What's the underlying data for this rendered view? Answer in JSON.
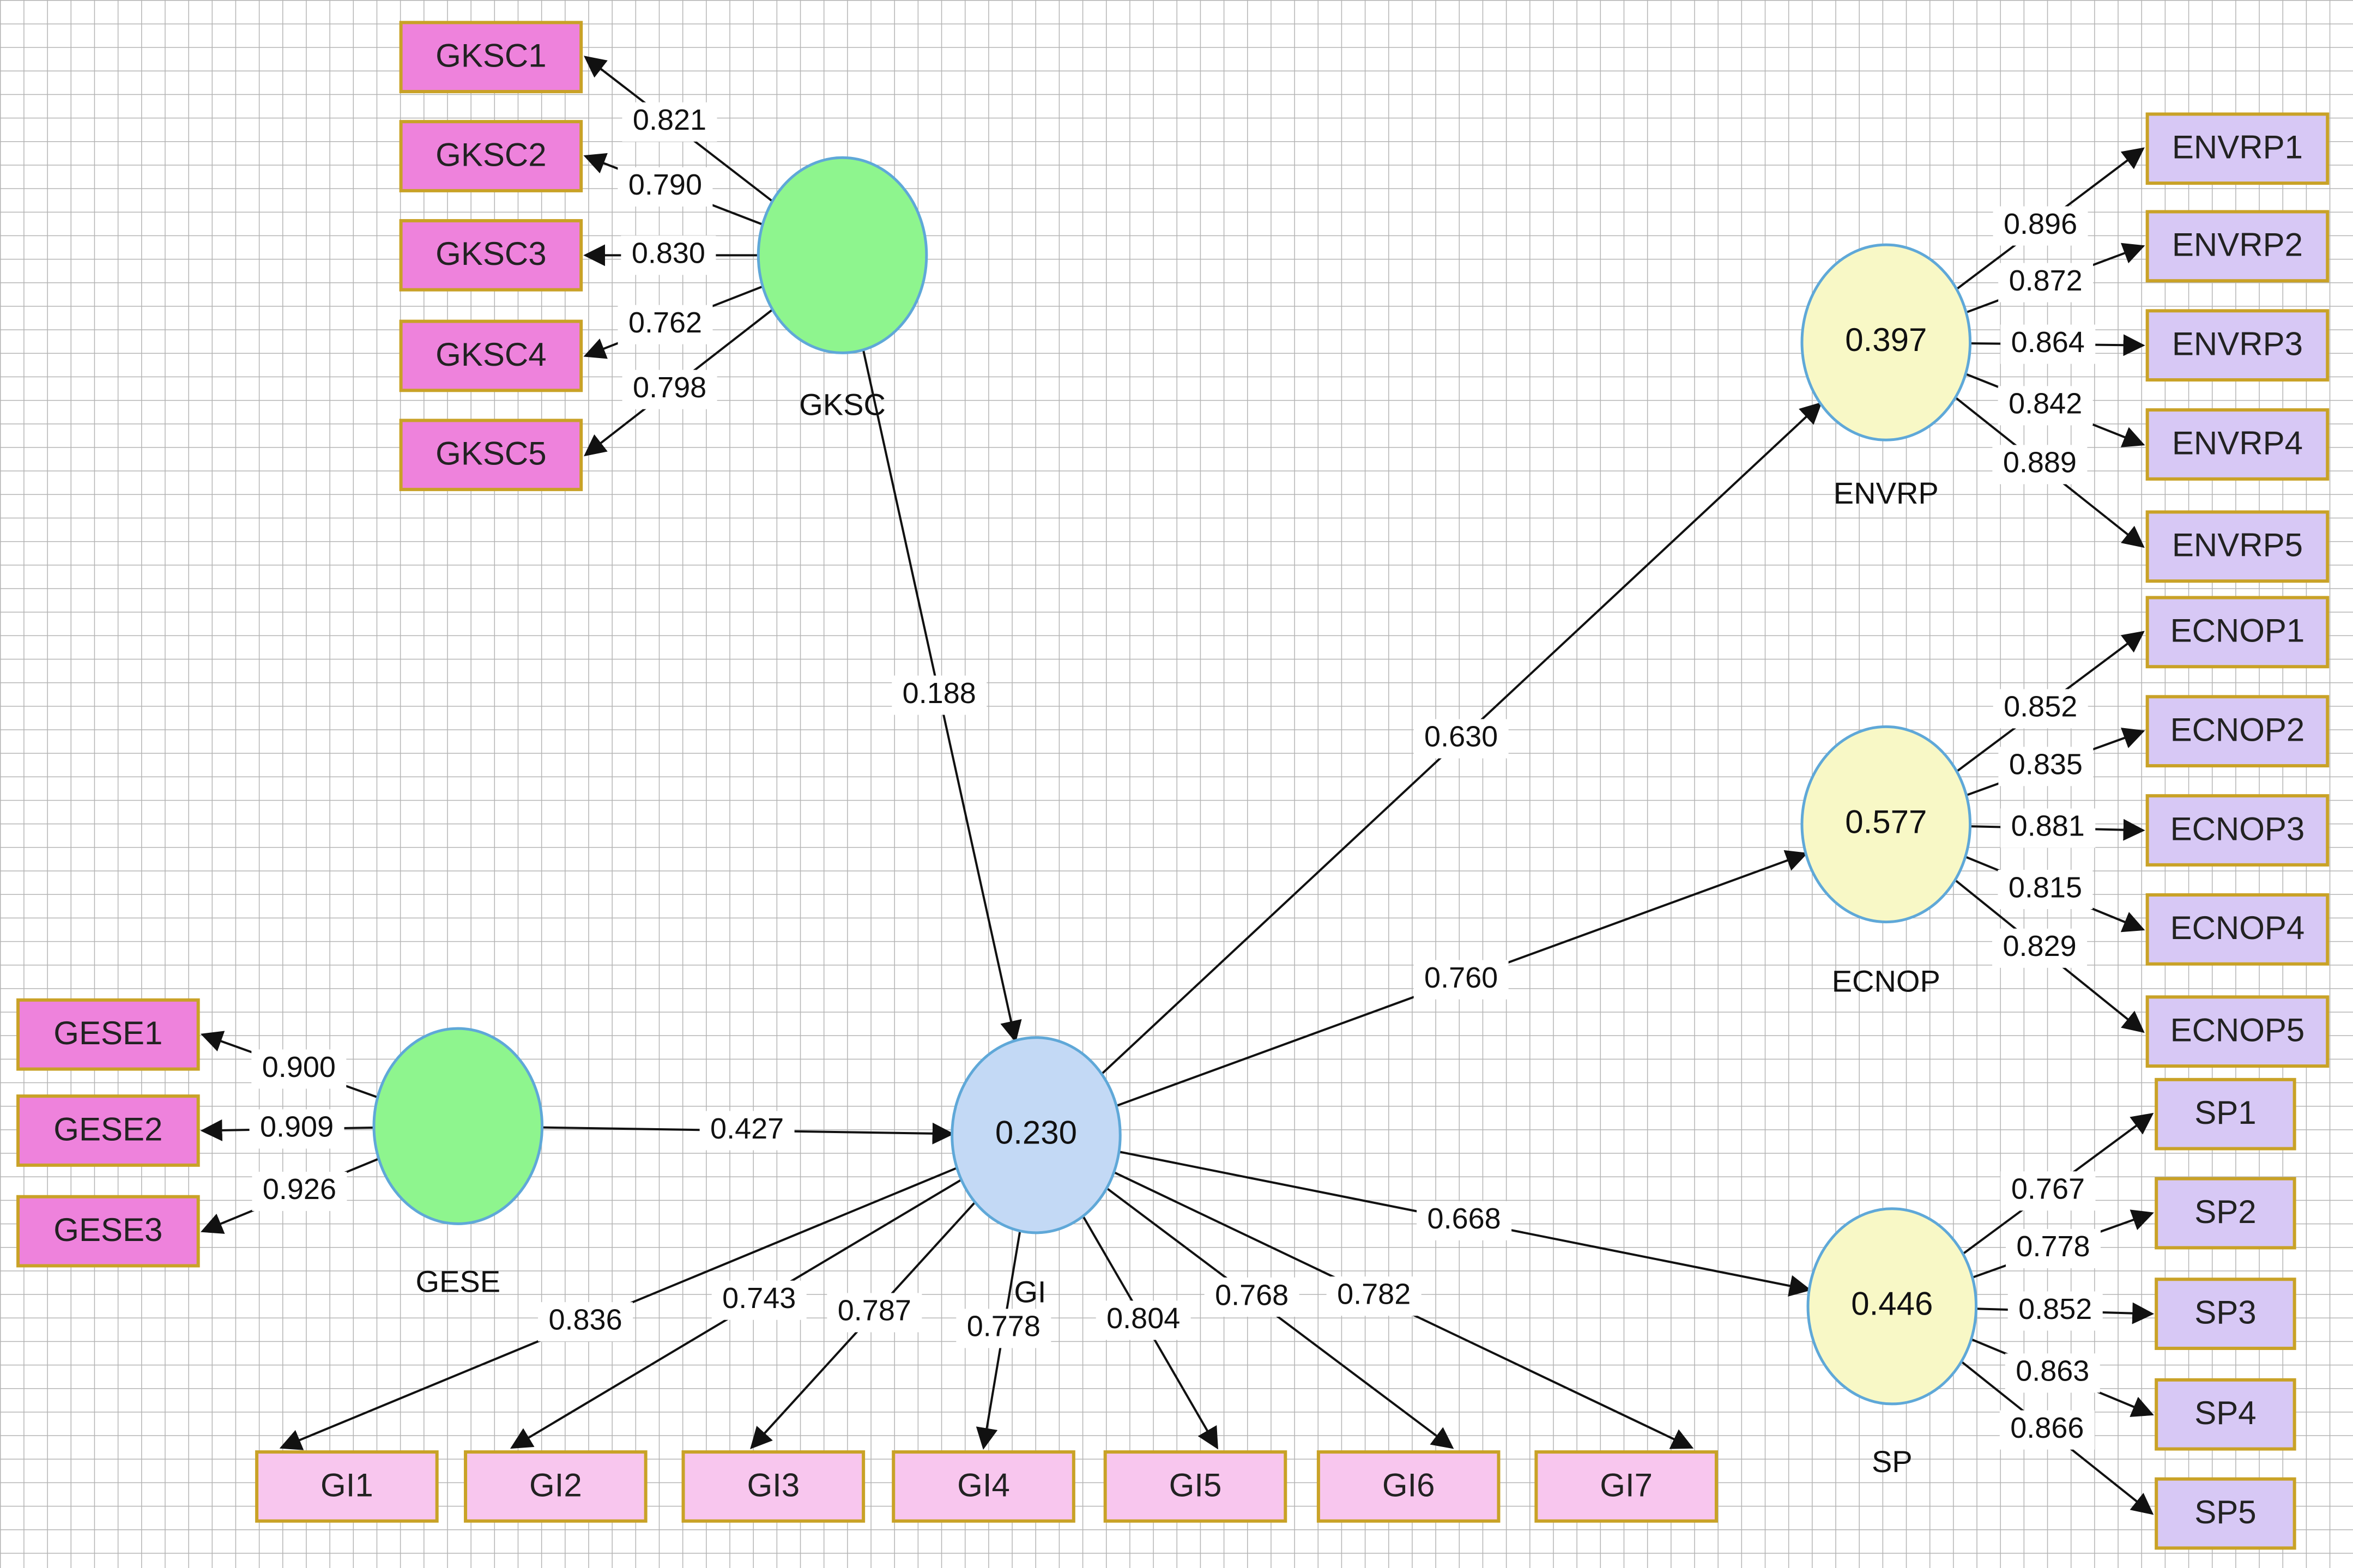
{
  "colors": {
    "grid": "#b4b4b4",
    "gksc_box": "#ee82dc",
    "gese_box": "#ee82dc",
    "gi_box": "#f8c6ee",
    "outcome_box": "#d7c8f5",
    "box_border": "#c9a227",
    "exogenous_fill": "#8ef58e",
    "gi_fill": "#c3d9f5",
    "outcome_fill": "#f8f8c6",
    "circle_stroke": "#5fa8d8"
  },
  "constructs": {
    "gksc": {
      "label": "GKSC",
      "value": ""
    },
    "gese": {
      "label": "GESE",
      "value": ""
    },
    "gi": {
      "label": "GI",
      "value": "0.230"
    },
    "envrp": {
      "label": "ENVRP",
      "value": "0.397"
    },
    "ecnop": {
      "label": "ECNOP",
      "value": "0.577"
    },
    "sp": {
      "label": "SP",
      "value": "0.446"
    }
  },
  "indicators": {
    "gksc": [
      {
        "label": "GKSC1",
        "loading": "0.821"
      },
      {
        "label": "GKSC2",
        "loading": "0.790"
      },
      {
        "label": "GKSC3",
        "loading": "0.830"
      },
      {
        "label": "GKSC4",
        "loading": "0.762"
      },
      {
        "label": "GKSC5",
        "loading": "0.798"
      }
    ],
    "gese": [
      {
        "label": "GESE1",
        "loading": "0.900"
      },
      {
        "label": "GESE2",
        "loading": "0.909"
      },
      {
        "label": "GESE3",
        "loading": "0.926"
      }
    ],
    "gi": [
      {
        "label": "GI1",
        "loading": "0.836"
      },
      {
        "label": "GI2",
        "loading": "0.743"
      },
      {
        "label": "GI3",
        "loading": "0.787"
      },
      {
        "label": "GI4",
        "loading": "0.778"
      },
      {
        "label": "GI5",
        "loading": "0.804"
      },
      {
        "label": "GI6",
        "loading": "0.768"
      },
      {
        "label": "GI7",
        "loading": "0.782"
      }
    ],
    "envrp": [
      {
        "label": "ENVRP1",
        "loading": "0.896"
      },
      {
        "label": "ENVRP2",
        "loading": "0.872"
      },
      {
        "label": "ENVRP3",
        "loading": "0.864"
      },
      {
        "label": "ENVRP4",
        "loading": "0.842"
      },
      {
        "label": "ENVRP5",
        "loading": "0.889"
      }
    ],
    "ecnop": [
      {
        "label": "ECNOP1",
        "loading": "0.852"
      },
      {
        "label": "ECNOP2",
        "loading": "0.835"
      },
      {
        "label": "ECNOP3",
        "loading": "0.881"
      },
      {
        "label": "ECNOP4",
        "loading": "0.815"
      },
      {
        "label": "ECNOP5",
        "loading": "0.829"
      }
    ],
    "sp": [
      {
        "label": "SP1",
        "loading": "0.767"
      },
      {
        "label": "SP2",
        "loading": "0.778"
      },
      {
        "label": "SP3",
        "loading": "0.852"
      },
      {
        "label": "SP4",
        "loading": "0.863"
      },
      {
        "label": "SP5",
        "loading": "0.866"
      }
    ]
  },
  "paths": {
    "gksc_gi": "0.188",
    "gese_gi": "0.427",
    "gi_envrp": "0.630",
    "gi_ecnop": "0.760",
    "gi_sp": "0.668"
  }
}
